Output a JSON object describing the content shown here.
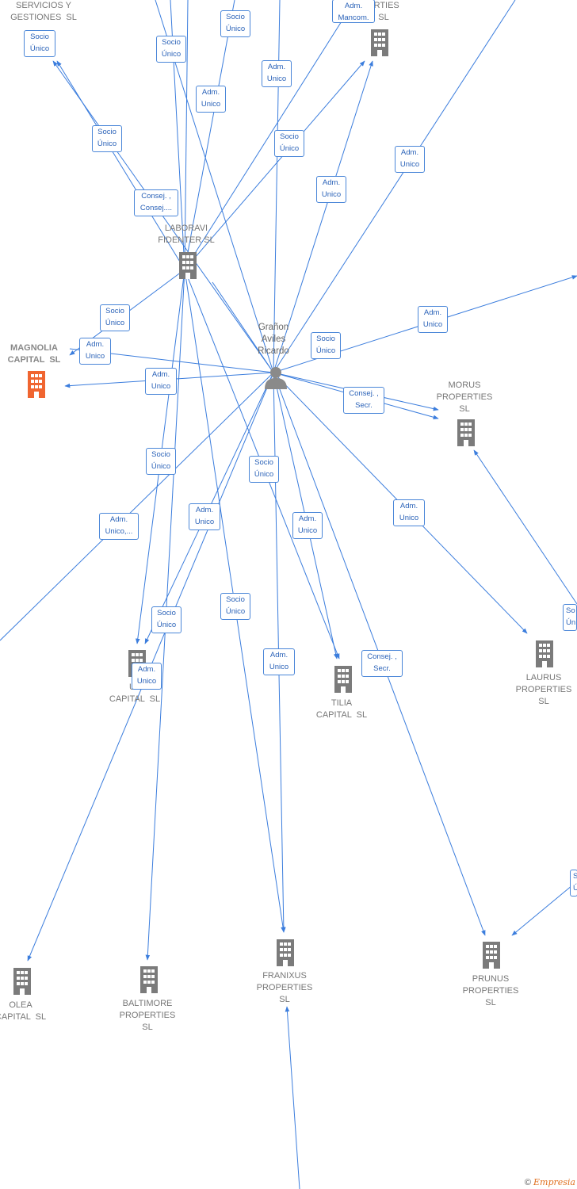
{
  "colors": {
    "edge": "#3b7ddd",
    "company_icon": "#7b7b7b",
    "focus_icon": "#f06530",
    "person_icon": "#8a8a8a"
  },
  "nodes": [
    {
      "id": "servicios",
      "label": "SERVICIOS Y\nGESTIONES  SL",
      "kind": "company",
      "partial": true
    },
    {
      "id": "erties",
      "label": "ERTIES\nSL",
      "kind": "company",
      "partial": true
    },
    {
      "id": "laboravi",
      "label": "LABORAVI\nFIDENTER SL",
      "kind": "company"
    },
    {
      "id": "granon",
      "label": "Grañon\nAviles\nRicardo",
      "kind": "person"
    },
    {
      "id": "magnolia",
      "label": "MAGNOLIA\nCAPITAL  SL",
      "kind": "company",
      "focus": true
    },
    {
      "id": "morus",
      "label": "MORUS\nPROPERTIES\nSL",
      "kind": "company"
    },
    {
      "id": "ulmus",
      "label": "UL\nCAPITAL  SL",
      "kind": "company"
    },
    {
      "id": "tilia",
      "label": "TILIA\nCAPITAL  SL",
      "kind": "company"
    },
    {
      "id": "laurus",
      "label": "LAURUS\nPROPERTIES\nSL",
      "kind": "company"
    },
    {
      "id": "olea",
      "label": "OLEA\nCAPITAL  SL",
      "kind": "company"
    },
    {
      "id": "baltimore",
      "label": "BALTIMORE\nPROPERTIES\nSL",
      "kind": "company"
    },
    {
      "id": "franixus",
      "label": "FRANIXUS\nPROPERTIES\nSL",
      "kind": "company"
    },
    {
      "id": "prunus",
      "label": "PRUNUS\nPROPERTIES\nSL",
      "kind": "company"
    }
  ],
  "edge_labels": [
    "Socio\nÚnico",
    "Adm.\nMancom.",
    "Socio\nÚnico",
    "Socio\nÚnico",
    "Adm.\nUnico",
    "Adm.\nUnico",
    "Socio\nÚnico",
    "Socio\nÚnico",
    "Adm.\nUnico",
    "Adm.\nUnico",
    "Consej. ,\nConsej....",
    "Socio\nÚnico",
    "Adm.\nUnico",
    "Adm.\nUnico",
    "Adm.\nUnico",
    "Socio\nÚnico",
    "Consej. ,\nSecr.",
    "Socio\nÚnico",
    "Socio\nÚnico",
    "Adm.\nUnico,...",
    "Adm.\nUnico",
    "Adm.\nUnico",
    "Adm.\nUnico",
    "Socio\nÚnico",
    "Socio\nÚnico",
    "Adm.\nUnico",
    "Adm.\nUnico",
    "Consej. ,\nSecr.",
    "So\nÚn",
    "S\nÚ"
  ],
  "footer": {
    "copyright": "©",
    "brand": "Empresia"
  }
}
